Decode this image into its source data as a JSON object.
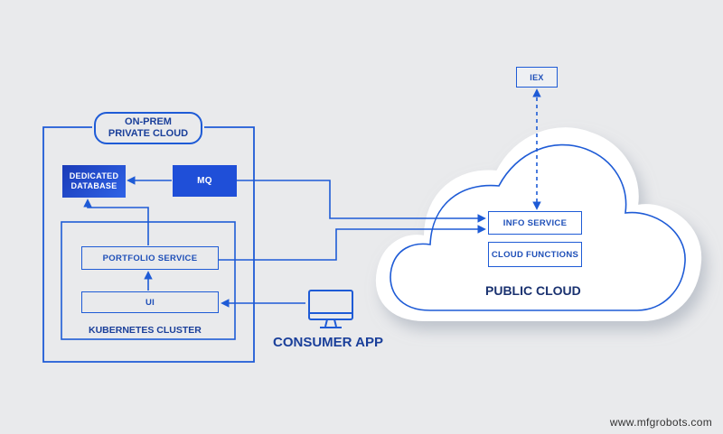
{
  "on_prem": {
    "title_line1": "ON-PREM",
    "title_line2": "PRIVATE CLOUD"
  },
  "dedicated_db": {
    "line1": "DEDICATED",
    "line2": "DATABASE"
  },
  "mq": {
    "label": "MQ"
  },
  "kubernetes": {
    "label": "KUBERNETES CLUSTER",
    "portfolio_service": "PORTFOLIO SERVICE",
    "ui": "UI"
  },
  "public_cloud": {
    "label": "PUBLIC CLOUD",
    "info_service": "INFO SERVICE",
    "cloud_functions": "CLOUD FUNCTIONS"
  },
  "iex": {
    "label": "IEX"
  },
  "consumer_app": {
    "label": "CONSUMER APP"
  },
  "watermark": "www.mfgrobots.com",
  "colors": {
    "accent": "#1e5bd6",
    "dark": "#1a3f9a",
    "fill": "#1f4fd8",
    "background": "#e9eaec"
  },
  "icons": {
    "monitor": "monitor-icon"
  }
}
